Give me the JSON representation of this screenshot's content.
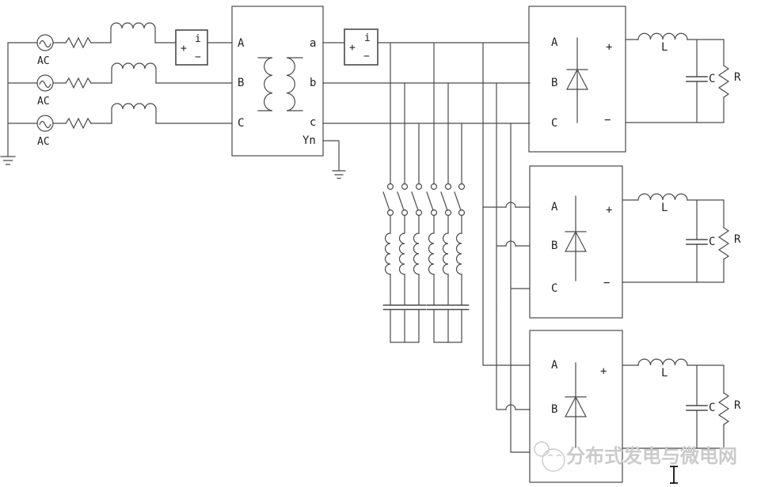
{
  "sources": {
    "ac1": "AC",
    "ac2": "AC",
    "ac3": "AC"
  },
  "sensor1": {
    "symbol": "i",
    "plus": "+",
    "minus": "−"
  },
  "sensor2": {
    "symbol": "i",
    "plus": "+",
    "minus": "−"
  },
  "transformer": {
    "primary_a": "A",
    "primary_b": "B",
    "primary_c": "C",
    "secondary_a": "a",
    "secondary_b": "b",
    "secondary_c": "c",
    "neutral": "Yn"
  },
  "rectifier1": {
    "in_a": "A",
    "in_b": "B",
    "in_c": "C",
    "out_plus": "+",
    "out_minus": "−"
  },
  "rectifier2": {
    "in_a": "A",
    "in_b": "B",
    "in_c": "C",
    "out_plus": "+",
    "out_minus": "−"
  },
  "rectifier3": {
    "in_a": "A",
    "in_b": "B",
    "out_plus": "+"
  },
  "filter1": {
    "inductor": "L",
    "capacitor": "C",
    "resistor": "R"
  },
  "filter2": {
    "inductor": "L",
    "capacitor": "C",
    "resistor": "R"
  },
  "filter3": {
    "inductor": "L",
    "capacitor": "C",
    "resistor": "R"
  },
  "watermark": {
    "text": "分布式发电与微电网"
  },
  "colors": {
    "wire": "#4a4a4a",
    "text": "#222222",
    "watermark": "#cbcbcb",
    "background": "#ffffff"
  }
}
